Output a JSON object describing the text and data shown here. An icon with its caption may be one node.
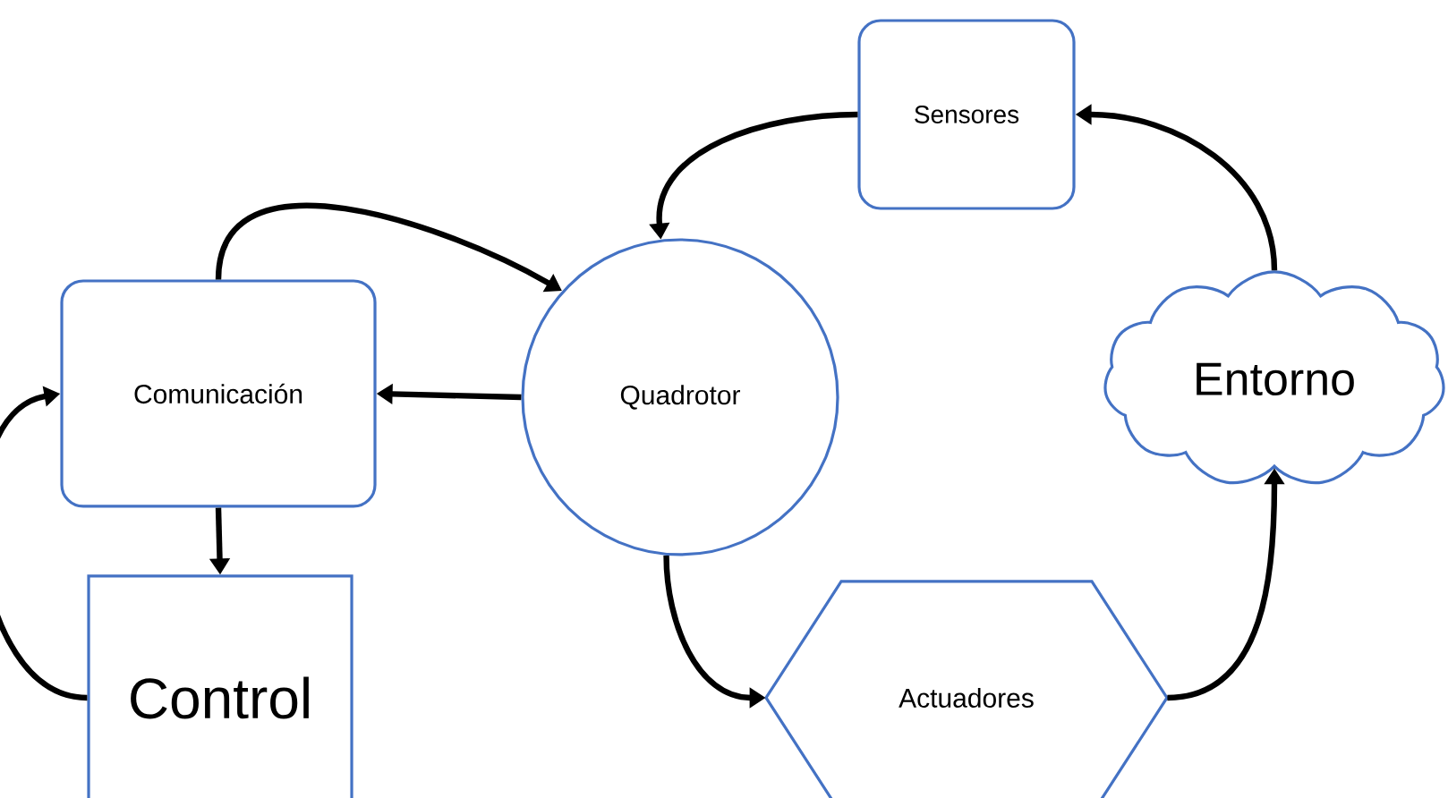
{
  "diagram": {
    "nodes": [
      {
        "text": [
          "Sensores"
        ]
      },
      {
        "text": [
          "Comunicación"
        ]
      },
      {
        "text": [
          "Quadrotor"
        ]
      },
      {
        "text": [
          "Entorno"
        ]
      },
      {
        "text": [
          "Control"
        ]
      },
      {
        "text": [
          "Actuadores"
        ]
      }
    ],
    "edges": [
      {
        "from": 0,
        "to": 2,
        "arrow": "to"
      },
      {
        "from": 1,
        "to": 2,
        "arrow": "to"
      },
      {
        "from": 2,
        "to": 1,
        "arrow": "to"
      },
      {
        "from": 1,
        "to": 4,
        "arrow": "to"
      },
      {
        "from": 4,
        "to": 1,
        "arrow": "to"
      },
      {
        "from": 2,
        "to": 5,
        "arrow": "to"
      },
      {
        "from": 5,
        "to": 3,
        "arrow": "to"
      },
      {
        "from": 3,
        "to": 0,
        "arrow": "to"
      }
    ]
  }
}
